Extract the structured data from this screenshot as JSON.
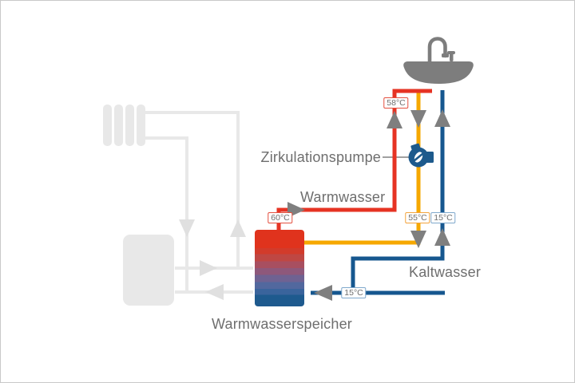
{
  "diagram": {
    "labels": {
      "circulation_pump": "Zirkulationspumpe",
      "hot_water": "Warmwasser",
      "cold_water": "Kaltwasser",
      "storage_tank": "Warmwasserspeicher"
    },
    "temperatures": {
      "tap_flow": "58°C",
      "tank_outlet": "60°C",
      "circulation_return": "55°C",
      "cold_riser": "15°C",
      "cold_inlet": "15°C"
    },
    "colors": {
      "hot_pipe": "#e63323",
      "circulation_pipe": "#f6a800",
      "cold_pipe": "#16578f",
      "flow_arrow": "#7f7f7f",
      "faded_system": "#e8e8e8",
      "label_text": "#6e6e6e",
      "pump_body": "#1d5a8c",
      "tank_top_color": "#e0331d",
      "tank_bottom_color": "#1e5a8e"
    },
    "icons": {
      "sink": "sink-icon",
      "pump": "circulation-pump-icon",
      "radiator": "radiator-icon",
      "boiler": "boiler-icon",
      "tank": "storage-tank-icon"
    }
  }
}
